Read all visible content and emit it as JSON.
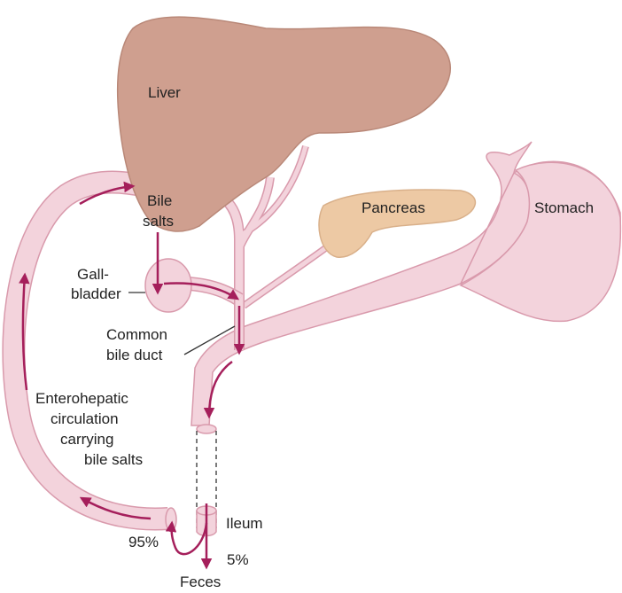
{
  "labels": {
    "liver": "Liver",
    "bile_salts_1": "Bile",
    "bile_salts_2": "salts",
    "pancreas": "Pancreas",
    "stomach": "Stomach",
    "gallbladder_1": "Gall-",
    "gallbladder_2": "bladder",
    "common_bile_duct_1": "Common",
    "common_bile_duct_2": "bile duct",
    "enterohepatic_1": "Enterohepatic",
    "enterohepatic_2": "circulation",
    "enterohepatic_3": "carrying",
    "enterohepatic_4": "bile salts",
    "ileum": "Ileum",
    "percent_95": "95%",
    "percent_5": "5%",
    "feces": "Feces"
  },
  "colors": {
    "liver": "#cf9f8f",
    "pancreas": "#edc9a4",
    "gut_and_ducts": "#f3d3dc",
    "flow_arrows": "#a51f5b"
  }
}
